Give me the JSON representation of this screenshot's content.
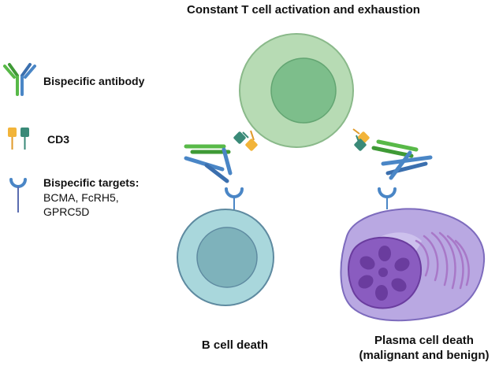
{
  "title": "Constant T cell activation and exhaustion",
  "legend": {
    "bispecific_antibody": "Bispecific antibody",
    "cd3": "CD3",
    "targets_heading": "Bispecific targets:",
    "targets_line1": "BCMA, FcRH5,",
    "targets_line2": "GPRC5D"
  },
  "captions": {
    "b_cell": "B cell death",
    "plasma_line1": "Plasma cell death",
    "plasma_line2": "(malignant and benign)"
  },
  "colors": {
    "t_cell_outer": "#b7dbb4",
    "t_cell_inner": "#7dbe8b",
    "b_cell_outer": "#a9d7dc",
    "b_cell_inner": "#7eb2bb",
    "plasma_cell": "#b9a8e2",
    "plasma_nucleus": "#8a5cc0",
    "antibody_green": "#58b948",
    "antibody_blue": "#4a86c6",
    "cd3_orange": "#f2b43a",
    "cd3_teal": "#3a8a78",
    "target_blue": "#4a86c6"
  }
}
